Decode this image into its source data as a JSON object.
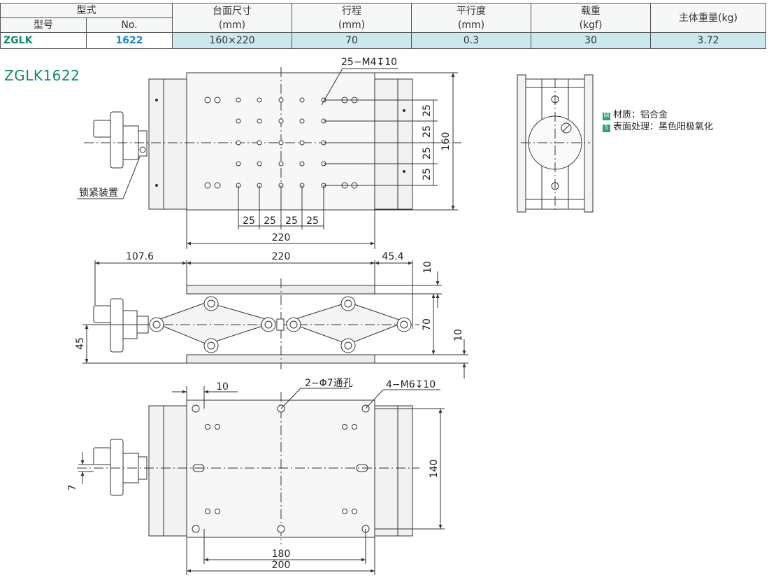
{
  "spec_table": {
    "group_header": "型式",
    "col_model": "型号",
    "col_no": "No.",
    "col_table_size": "台面尺寸",
    "col_table_size_unit": "(mm)",
    "col_travel": "行程",
    "col_travel_unit": "(mm)",
    "col_parallelism": "平行度",
    "col_parallelism_unit": "(mm)",
    "col_load": "载重",
    "col_load_unit": "(kgf)",
    "col_weight": "主体重量(kg)",
    "row": {
      "model": "ZGLK",
      "no": "1622",
      "table_size": "160×220",
      "travel": "70",
      "parallelism": "0.3",
      "load": "30",
      "weight": "3.72"
    }
  },
  "model_title": "ZGLK1622",
  "legend": {
    "material_tag": "M",
    "material": "材质：铝合金",
    "surface_tag": "S",
    "surface": "表面处理：黑色阳极氧化"
  },
  "annotations": {
    "top_holes": "25−M4↧10",
    "lock": "锁紧装置",
    "through_holes": "2−Φ7通孔",
    "bottom_holes": "4−M6↧10"
  },
  "dimensions": {
    "top_pitch_v": [
      "25",
      "25",
      "25",
      "25"
    ],
    "top_height": "160",
    "top_pitch_h": [
      "25",
      "25",
      "25",
      "25"
    ],
    "top_width": "220",
    "side_left": "107.6",
    "side_width": "220",
    "side_right": "45.4",
    "side_top_thk": "10",
    "side_travel": "70",
    "side_bottom_thk": "10",
    "side_handle_h": "45",
    "bottom_edge": "10",
    "bottom_height": "140",
    "bottom_offset": "7",
    "bottom_inner": "180",
    "bottom_width": "200"
  },
  "colors": {
    "accent_green": "#0c8c6e",
    "accent_blue": "#1a86c8",
    "row_fill": "#c9e9ec",
    "line": "#333333",
    "table_plate": "#ececec"
  }
}
